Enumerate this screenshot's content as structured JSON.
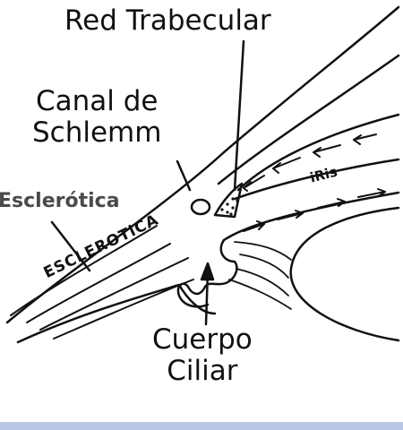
{
  "labels": {
    "red_trabecular": "Red Trabecular",
    "canal_line1": "Canal de",
    "canal_line2": "Schlemm",
    "esclerotica": "Esclerótica",
    "cuerpo_line1": "Cuerpo",
    "cuerpo_line2": "Ciliar"
  },
  "handwritten": {
    "iris": "iRis",
    "esclerotica": "ESCLEROTiCA"
  },
  "colors": {
    "ink": "#111111",
    "esclerotica_label": "#4a4a4a",
    "bottom_bar": "#b9c8e4"
  }
}
